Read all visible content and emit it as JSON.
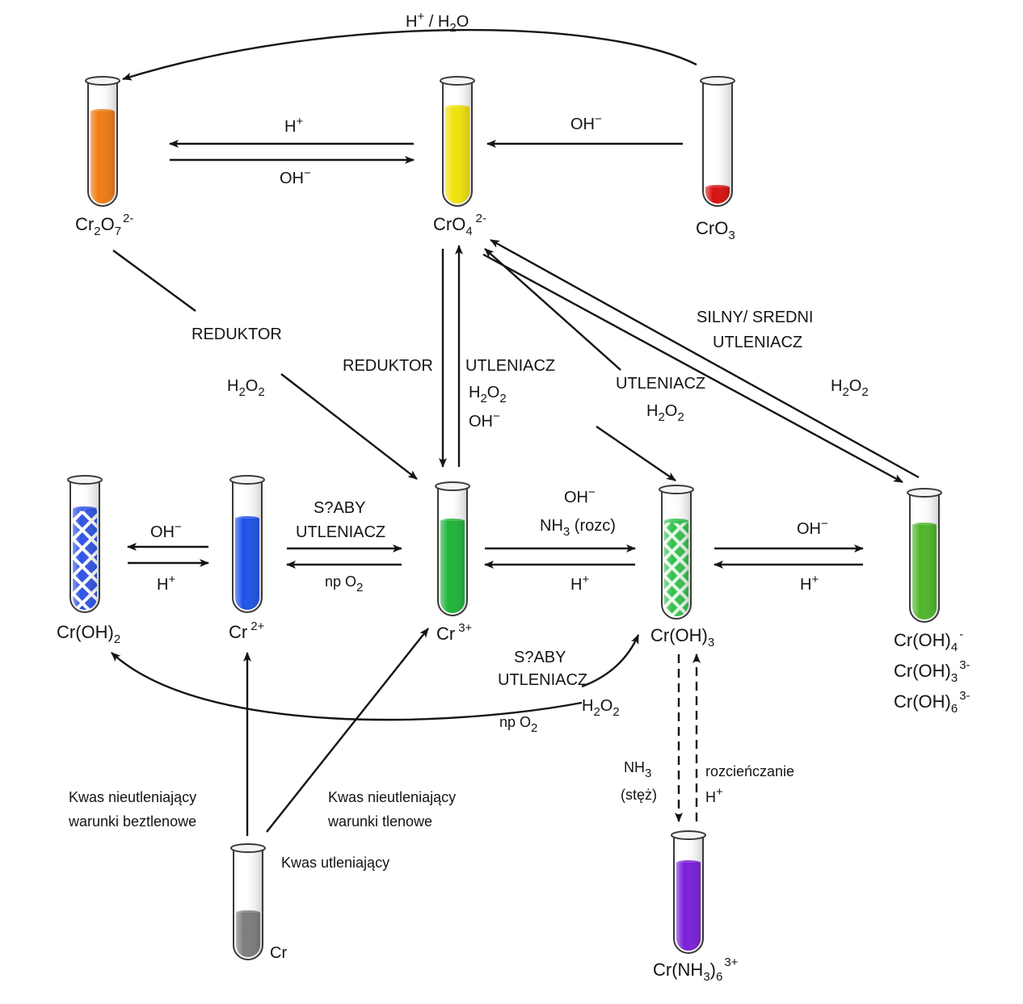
{
  "species": {
    "dichromate": {
      "base": "Cr",
      "s1": "2",
      "mid": "O",
      "s2": "7",
      "sup": "2-"
    },
    "chromate": {
      "base": "CrO",
      "s1": "4",
      "sup": "2-"
    },
    "cro3": {
      "base": "CrO",
      "s1": "3"
    },
    "croh2": {
      "base": "Cr(OH)",
      "s1": "2"
    },
    "cr2plus": {
      "base": "Cr",
      "sup": "2+"
    },
    "cr3plus": {
      "base": "Cr",
      "sup": "3+"
    },
    "croh3": {
      "base": "Cr(OH)",
      "s1": "3"
    },
    "croh4": {
      "base": "Cr(OH)",
      "s1": "4",
      "sup": "-"
    },
    "croh3_3": {
      "base": "Cr(OH)",
      "s1": "3",
      "sup": "3-"
    },
    "croh6": {
      "base": "Cr(OH)",
      "s1": "6",
      "sup": "3-"
    },
    "cr": {
      "base": "Cr"
    },
    "nh3complex": {
      "base": "Cr(NH",
      "s1": "3",
      "mid": ")",
      "s2": "6",
      "sup": "3+"
    }
  },
  "labels": {
    "top_arc": {
      "a": "H",
      "a_sup": "+",
      "b": " / H",
      "b_sub": "2",
      "c": "O"
    },
    "h_plus": {
      "a": "H",
      "sup": "+"
    },
    "oh_minus": {
      "a": "OH",
      "sup": "−"
    },
    "reduktor": "REDUKTOR",
    "utleniacz": "UTLENIACZ",
    "h2o2": {
      "a": "H",
      "s1": "2",
      "b": "O",
      "s2": "2"
    },
    "silny_line1": "SILNY/ SREDNI",
    "silny_line2": "UTLENIACZ",
    "slaby": "S?ABY",
    "np_o2": {
      "a": "np O",
      "sub": "2"
    },
    "nh3_rozc": {
      "a": "NH",
      "sub": "3",
      "b": " (rozc)"
    },
    "nh3": {
      "a": "NH",
      "sub": "3"
    },
    "stez": "(stęż)",
    "rozcienczanie": "rozcieńczanie",
    "kwas_nieutl": "Kwas nieutleniający",
    "warunki_beztlenowe": "warunki beztlenowe",
    "warunki_tlenowe": "warunki tlenowe",
    "kwas_utl": "Kwas utleniający"
  },
  "colors": {
    "dichromate": "#f07a12",
    "chromate": "#f2e20a",
    "cro3": "#d81010",
    "croh2": "#2a4fe0",
    "cr2plus": "#1f52e8",
    "cr3plus": "#1fb43a",
    "croh3": "#2fbf4a",
    "croh4": "#4fb52a",
    "cr_metal": "#7c7c7c",
    "nh3complex": "#7a1fd8"
  }
}
